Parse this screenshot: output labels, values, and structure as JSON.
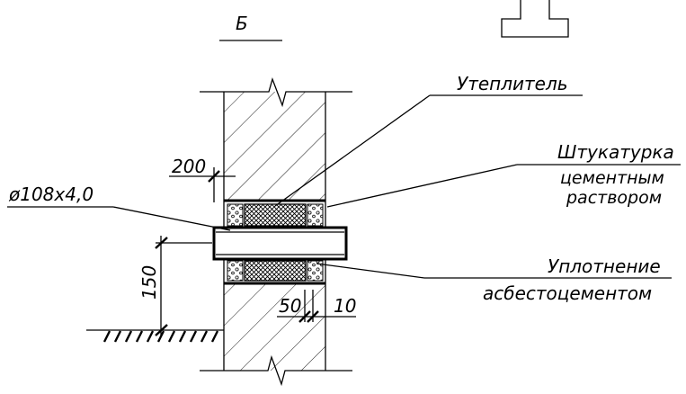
{
  "section_label": "Б",
  "labels": {
    "insulation": "Утеплитель",
    "plaster_line1": "Штукатурка",
    "plaster_line2": "цементным",
    "plaster_line3": "раствором",
    "pipe": "ø108х4,0",
    "seal_line1": "Уплотнение",
    "seal_line2": "асбестоцементом"
  },
  "dimensions": {
    "top_gap": "200",
    "height_from_ground": "150",
    "inner_offset": "50",
    "plaster_thickness": "10"
  }
}
